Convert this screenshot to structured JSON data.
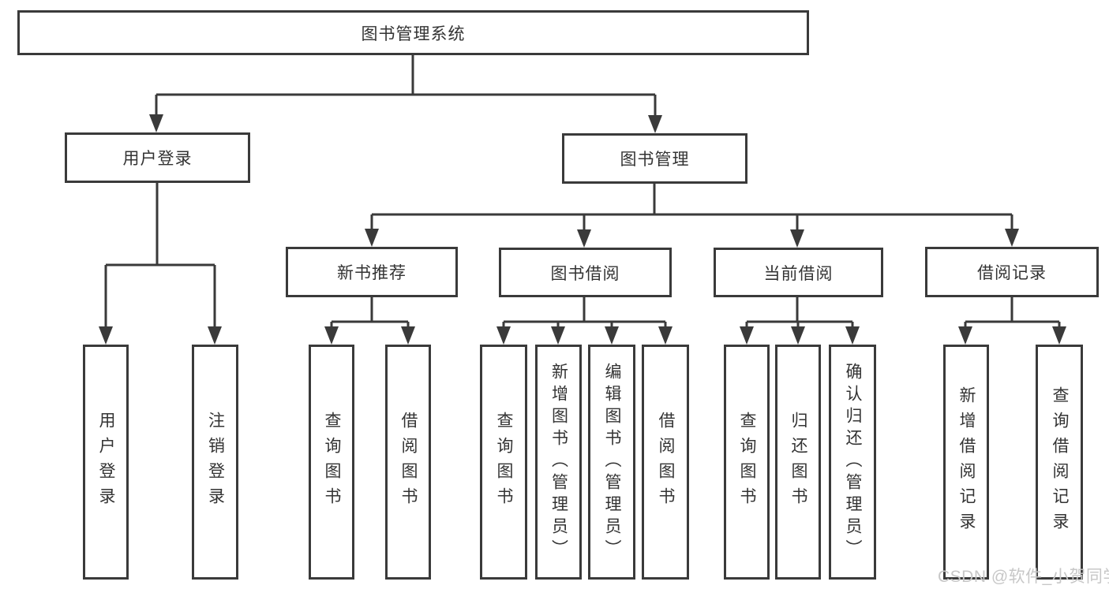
{
  "colors": {
    "line": "#3a3a3a",
    "text": "#333333",
    "watermark": "#c7c7c7",
    "background": "#ffffff"
  },
  "watermark": {
    "text": "CSDN @软件_小贺同学"
  },
  "tree": {
    "root": {
      "label": "图书管理系统"
    },
    "children": [
      {
        "label": "用户登录",
        "children": [
          {
            "label": "用户登录"
          },
          {
            "label": "注销登录"
          }
        ]
      },
      {
        "label": "图书管理",
        "children": [
          {
            "label": "新书推荐",
            "children": [
              {
                "label": "查询图书"
              },
              {
                "label": "借阅图书"
              }
            ]
          },
          {
            "label": "图书借阅",
            "children": [
              {
                "label": "查询图书"
              },
              {
                "label": "新增图书（管理员）"
              },
              {
                "label": "编辑图书（管理员）"
              },
              {
                "label": "借阅图书"
              }
            ]
          },
          {
            "label": "当前借阅",
            "children": [
              {
                "label": "查询图书"
              },
              {
                "label": "归还图书"
              },
              {
                "label": "确认归还（管理员）"
              }
            ]
          },
          {
            "label": "借阅记录",
            "children": [
              {
                "label": "新增借阅记录"
              },
              {
                "label": "查询借阅记录"
              }
            ]
          }
        ]
      }
    ]
  }
}
